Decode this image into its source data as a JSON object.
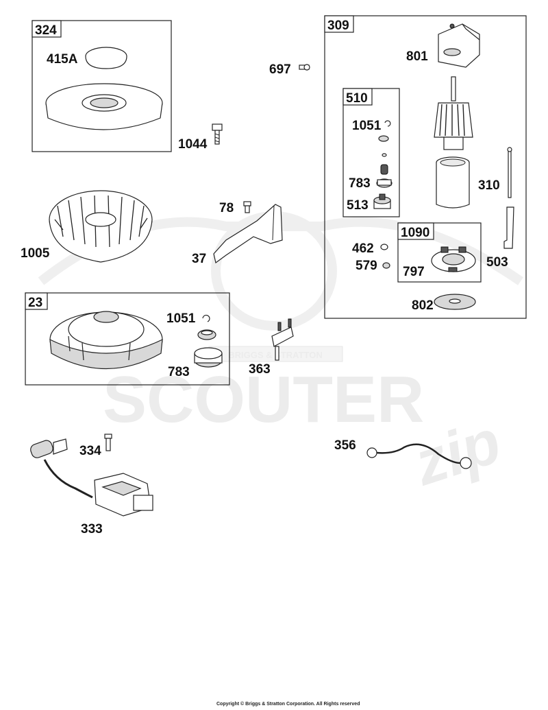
{
  "watermark": {
    "text": "SCOUTER",
    "script": "zip",
    "badge": "BRIGGS & STRATTON",
    "color": "#ececec"
  },
  "copyright": "Copyright © Briggs & Stratton Corporation. All Rights reserved",
  "boxes": {
    "b324": "324",
    "b309": "309",
    "b510": "510",
    "b1090": "1090",
    "b23": "23"
  },
  "labels": {
    "p415A": "415A",
    "p1044": "1044",
    "p697": "697",
    "p801": "801",
    "p1051a": "1051",
    "p783a": "783",
    "p513": "513",
    "p310": "310",
    "p462": "462",
    "p579": "579",
    "p797": "797",
    "p503": "503",
    "p802": "802",
    "p78": "78",
    "p37": "37",
    "p1005": "1005",
    "p1051b": "1051",
    "p783b": "783",
    "p363": "363",
    "p334": "334",
    "p333": "333",
    "p356": "356"
  }
}
